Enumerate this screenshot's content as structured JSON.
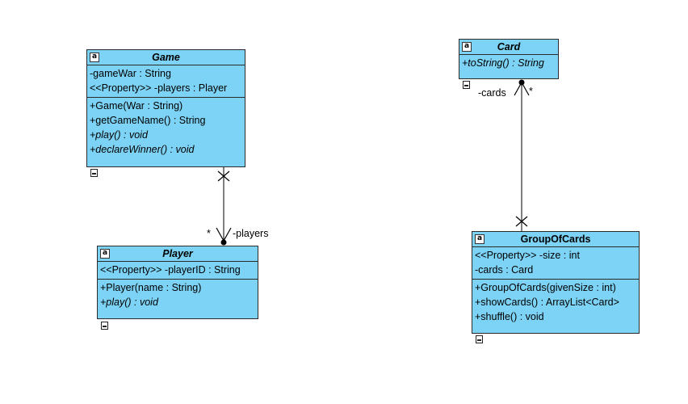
{
  "classes": {
    "game": {
      "name": "Game",
      "icon": "a",
      "attributes": [
        "-gameWar : String",
        "<<Property>> -players : Player"
      ],
      "operations": [
        "+Game(War : String)",
        "+getGameName() : String"
      ],
      "abstract_operations": [
        "+play() : void",
        "+declareWinner() : void"
      ]
    },
    "player": {
      "name": "Player",
      "icon": "a",
      "attributes": [
        "<<Property>> -playerID : String"
      ],
      "operations": [
        "+Player(name : String)"
      ],
      "abstract_operations": [
        "+play() : void"
      ]
    },
    "card": {
      "name": "Card",
      "icon": "a",
      "abstract_operations": [
        "+toString() : String"
      ]
    },
    "group_of_cards": {
      "name": "GroupOfCards",
      "icon": "a",
      "attributes": [
        "<<Property>> -size : int",
        "-cards : Card"
      ],
      "operations": [
        "+GroupOfCards(givenSize : int)",
        "+showCards() : ArrayList<Card>",
        "+shuffle() : void"
      ]
    }
  },
  "associations": {
    "game_player": {
      "multiplicity": "*",
      "role": "-players"
    },
    "group_card": {
      "multiplicity": "*",
      "role": "-cards"
    }
  },
  "colors": {
    "class_fill": "#7dd3f5",
    "line": "#000000"
  },
  "icons": {
    "class_stereotype": "class-a-icon",
    "note": "document-icon"
  }
}
